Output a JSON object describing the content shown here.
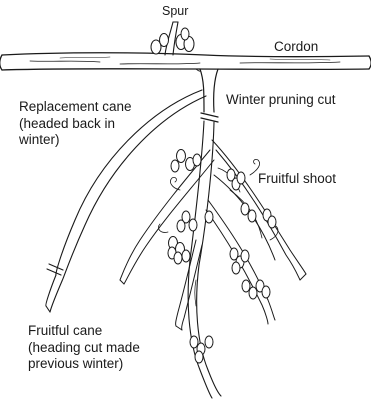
{
  "labels": {
    "spur": "Spur",
    "cordon": "Cordon",
    "winter_pruning_cut": "Winter pruning cut",
    "replacement_cane": "Replacement cane\n(headed back in\nwinter)",
    "fruitful_shoot": "Fruitful shoot",
    "fruitful_cane": "Fruitful cane\n(heading cut made\nprevious winter)"
  },
  "colors": {
    "ink": "#1a1a1a",
    "background": "#ffffff"
  }
}
